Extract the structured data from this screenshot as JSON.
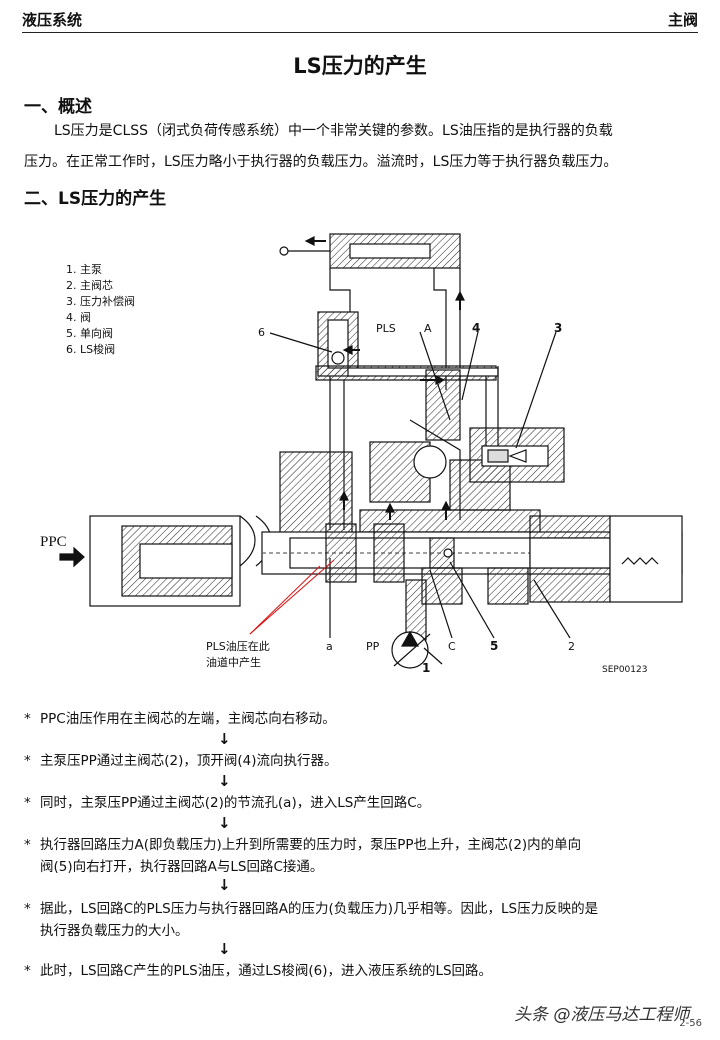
{
  "header": {
    "left": "液压系统",
    "right": "主阀"
  },
  "title": "LS压力的产生",
  "section1": {
    "heading": "一、概述",
    "line1": "LS压力是CLSS（闭式负荷传感系统）中一个非常关键的参数。LS油压指的是执行器的负载",
    "line2": "压力。在正常工作时，LS压力略小于执行器的负载压力。溢流时，LS压力等于执行器负载压力。"
  },
  "section2": {
    "heading": "二、LS压力的产生"
  },
  "legend": [
    "1. 主泵",
    "2. 主阀芯",
    "3. 压力补偿阀",
    "4. 阀",
    "5. 单向阀",
    "6. LS梭阀"
  ],
  "diagram_labels": {
    "ppc": "PPC",
    "pls": "PLS",
    "a_upper": "A",
    "n4": "4",
    "n3": "3",
    "n6": "6",
    "a_lower": "a",
    "pp": "PP",
    "c": "C",
    "n5": "5",
    "n2": "2",
    "n1": "1",
    "code": "SEP00123",
    "note_line1": "PLS油压在此",
    "note_line2": "油道中产生"
  },
  "steps": [
    "PPC油压作用在主阀芯的左端，主阀芯向右移动。",
    "主泵压PP通过主阀芯(2)，顶开阀(4)流向执行器。",
    "同时，主泵压PP通过主阀芯(2)的节流孔(a)，进入LS产生回路C。",
    "执行器回路压力A(即负载压力)上升到所需要的压力时，泵压PP也上升，主阀芯(2)内的单向",
    "阀(5)向右打开，执行器回路A与LS回路C接通。",
    "据此，LS回路C的PLS压力与执行器回路A的压力(负载压力)几乎相等。因此，LS压力反映的是",
    "执行器负载压力的大小。",
    "此时，LS回路C产生的PLS油压，通过LS梭阀(6)，进入液压系统的LS回路。"
  ],
  "bullet": "*",
  "arrow": "↓",
  "watermark": "头条 @液压马达工程师",
  "page_number": "2-56"
}
